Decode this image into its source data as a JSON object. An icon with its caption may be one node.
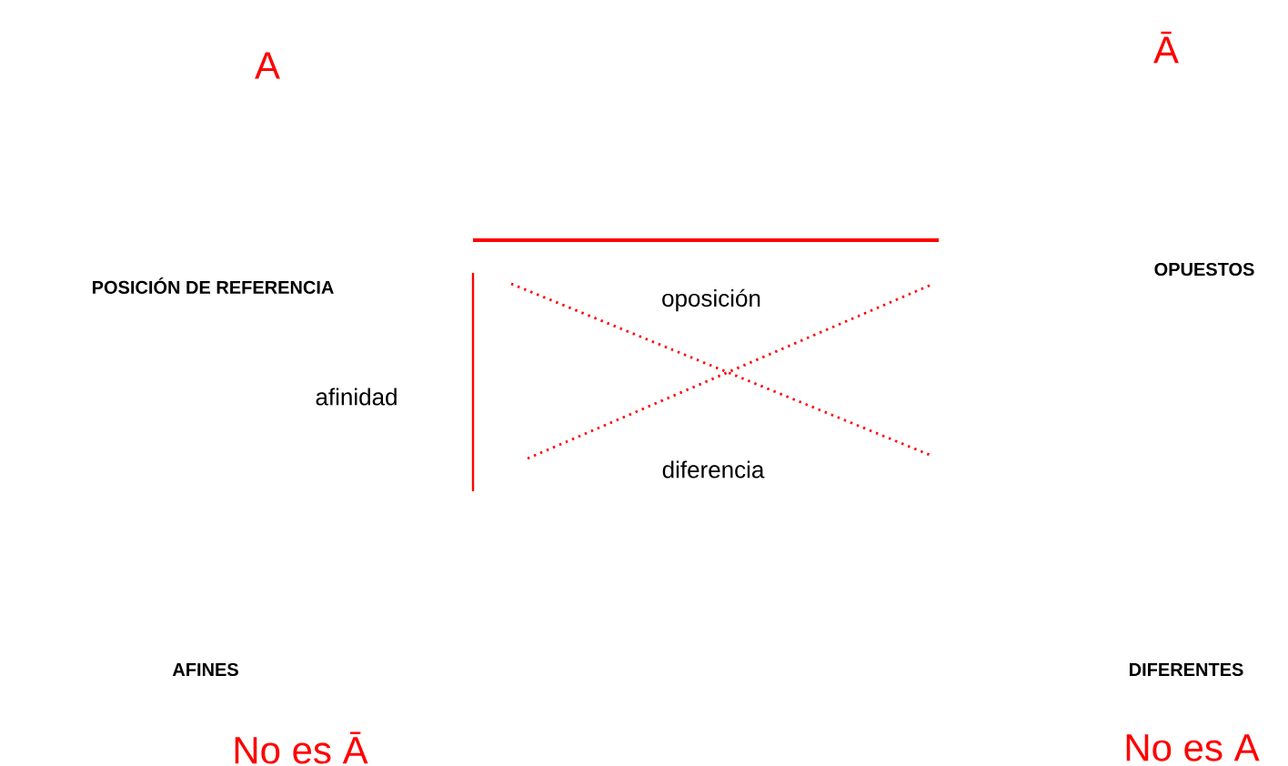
{
  "diagram": {
    "labels": [
      "A",
      "Ā",
      "POSICIÓN DE REFERENCIA",
      "OPUESTOS",
      "oposición",
      "afinidad",
      "diferencia",
      "AFINES",
      "DIFERENTES",
      "No es Ā",
      "No es A"
    ]
  }
}
